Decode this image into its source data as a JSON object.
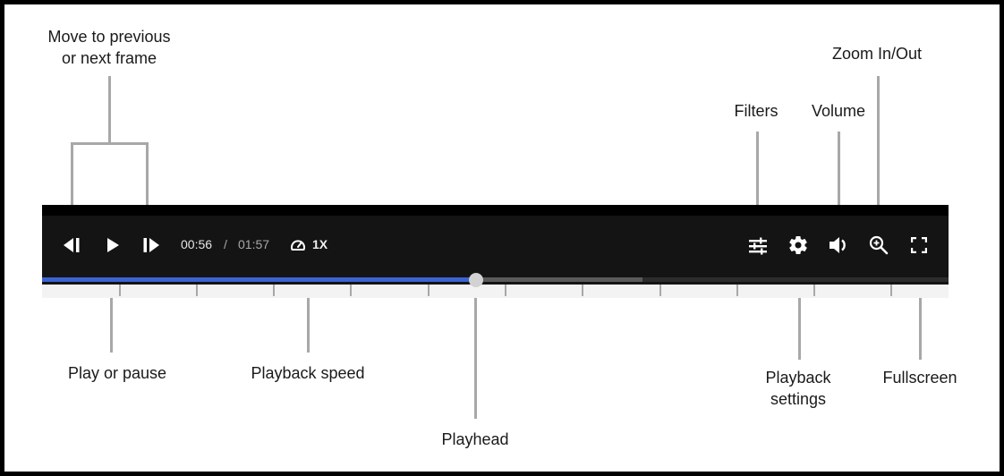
{
  "annotations": {
    "frame_step": "Move to previous\nor next frame",
    "frame_step_line1": "Move to previous",
    "frame_step_line2": "or next frame",
    "play_pause": "Play or pause",
    "playback_speed": "Playback speed",
    "playhead": "Playhead",
    "filters": "Filters",
    "volume": "Volume",
    "zoom": "Zoom In/Out",
    "playback_settings_line1": "Playback",
    "playback_settings_line2": "settings",
    "fullscreen": "Fullscreen"
  },
  "player": {
    "current_time": "00:56",
    "separator": "/",
    "total_time": "01:57",
    "speed": "1X",
    "progress_percent": 47.9,
    "buffered_percent": 66.2,
    "tick_count": 11,
    "colors": {
      "bar_bg": "#141414",
      "played": "#3b63d1",
      "buffered": "#5a5a5a",
      "playhead": "#d2d2d2",
      "ruler": "#f3f3f3",
      "callout_line": "#a8a8a8"
    },
    "icons": {
      "prev_frame": "step-backward-icon",
      "play": "play-icon",
      "next_frame": "step-forward-icon",
      "speed": "speedometer-icon",
      "filters": "sliders-icon",
      "settings": "gear-icon",
      "volume": "volume-icon",
      "zoom": "zoom-in-icon",
      "fullscreen": "fullscreen-icon"
    }
  }
}
